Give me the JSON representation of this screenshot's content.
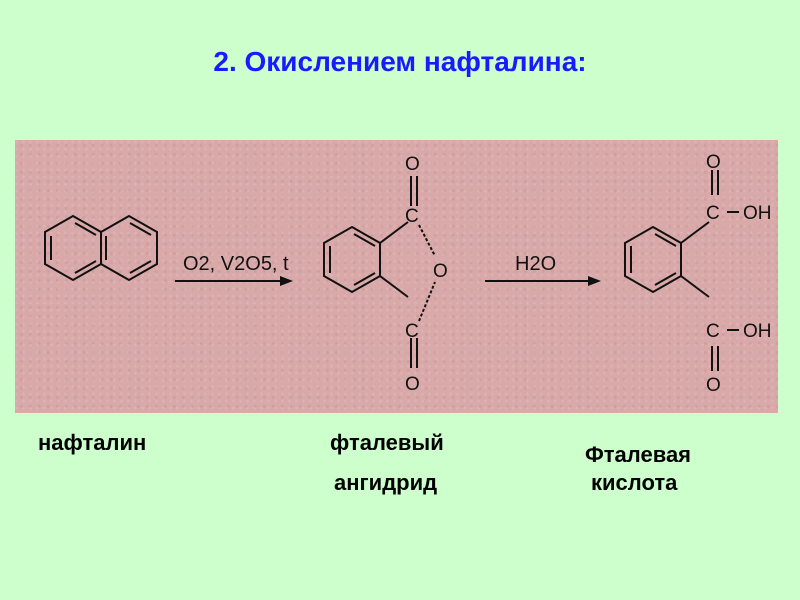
{
  "title": "2. Окислением нафталина:",
  "reaction": {
    "step1_conditions": "O2, V2O5, t",
    "step2_reagent": "H2O"
  },
  "molecules": {
    "naphthalene": "нафталин",
    "anhydride_line1": "фталевый",
    "anhydride_line2": "ангидрид",
    "acid_line1": "Фталевая",
    "acid_line2": "кислота"
  },
  "atoms": {
    "C": "C",
    "O": "O",
    "OH": "OH"
  }
}
